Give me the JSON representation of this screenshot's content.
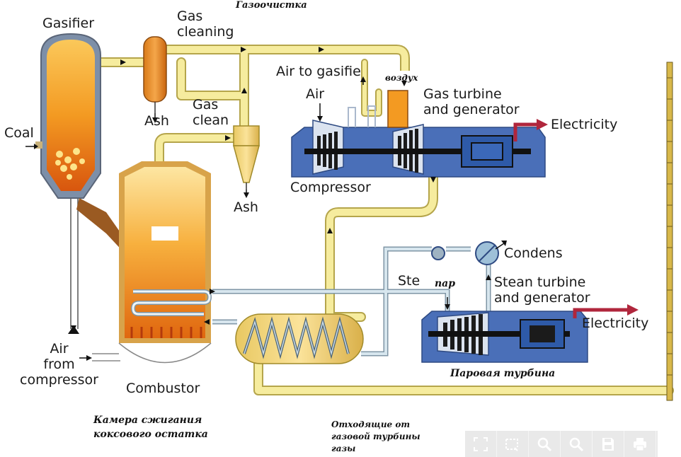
{
  "labels": {
    "gasifier": "Gasifier",
    "gas_cleaning": "Gas\ncleaning",
    "gas_cleaning_ru": "Газоочистка",
    "ash_1": "Ash",
    "gas_clean": "Gas\nclean",
    "ash_2": "Ash",
    "coal": "Coal",
    "air_to_gasifier": "Air to gasifie",
    "vozdukh": "воздух",
    "air": "Air",
    "gas_turbine": "Gas turbine\nand generator",
    "electricity_1": "Electricity",
    "compressor": "Compressor",
    "condens": "Condens",
    "steam": "Ste",
    "par": "пар",
    "steam_turbine": "Stean turbine\nand generator",
    "electricity_2": "Electricity",
    "air_from_compressor": "Air\nfrom\ncompressor",
    "combustor": "Combustor",
    "steam_turbine_ru": "Паровая турбина",
    "combustion_chamber_ru": "Камера сжигания\nкоксового остатка",
    "exhaust_ru": "Отходящие от\nгазовой турбины\nгазы"
  },
  "toolbar": {
    "buttons": [
      "fullscreen-icon",
      "crop-icon",
      "zoom-out-icon",
      "zoom-in-icon",
      "save-icon",
      "print-icon"
    ]
  },
  "colors": {
    "pipe": "#f6ec9e",
    "pipe_edge": "#b5a54b",
    "machine_blue": "#4a6fb8",
    "flame": "#f28a1a",
    "arrow_red": "#b0263c",
    "toolbar_bg": "#e9e9e9"
  }
}
